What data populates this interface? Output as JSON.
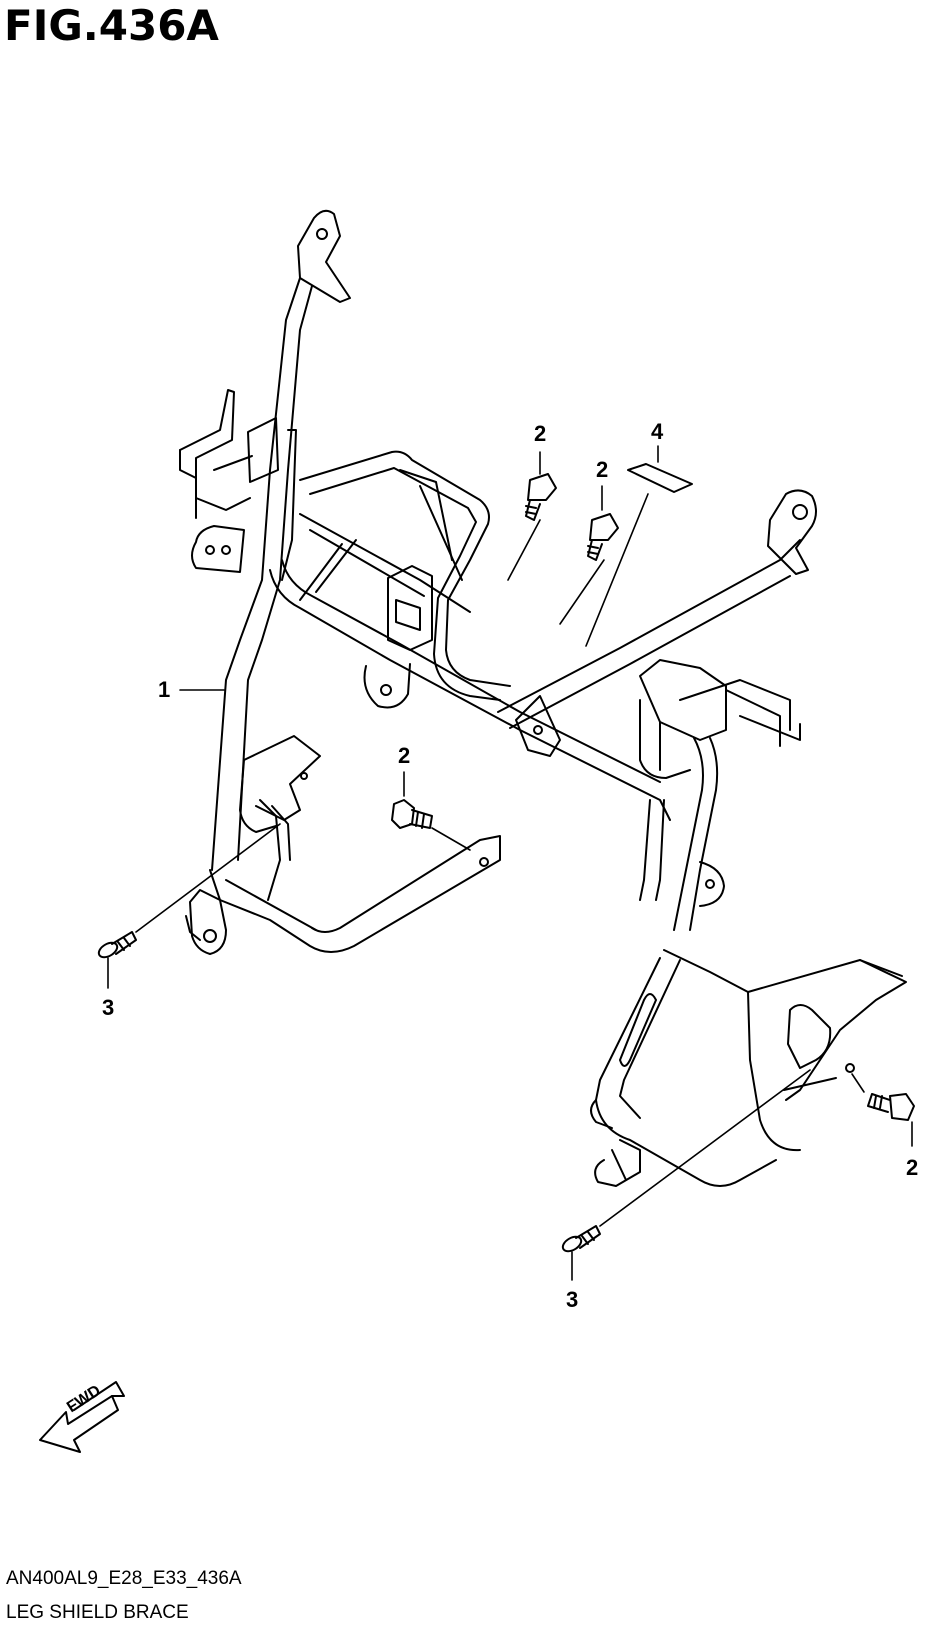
{
  "figure": {
    "title": "FIG.436A"
  },
  "callouts": {
    "p1": "1",
    "p2a": "2",
    "p2b": "2",
    "p2c": "2",
    "p2d": "2",
    "p3a": "3",
    "p3b": "3",
    "p4": "4"
  },
  "fwd_label": "FWD",
  "footer": {
    "code": "AN400AL9_E28_E33_436A",
    "name": "LEG SHIELD BRACE"
  }
}
